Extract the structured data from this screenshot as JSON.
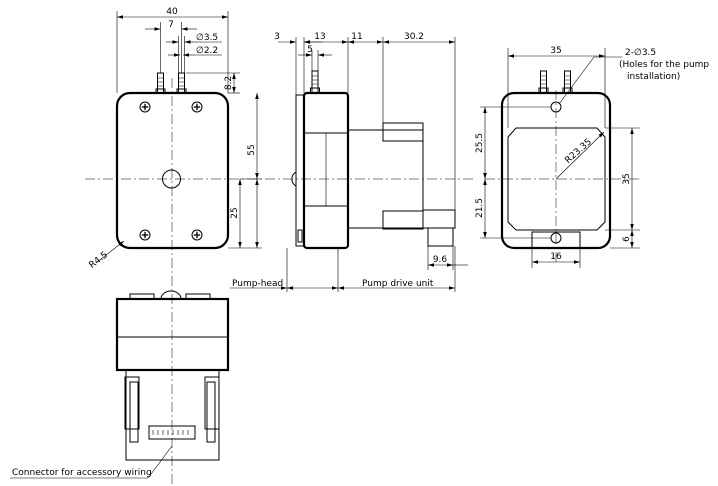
{
  "front_view": {
    "dims": {
      "width": "40",
      "nozzle_pitch": "7",
      "nozzle_outer": "∅3.5",
      "nozzle_inner": "∅2.2",
      "nozzle_height": "8.2",
      "upper": "55",
      "lower": "25",
      "corner_radius": "R4.5"
    }
  },
  "side_view": {
    "dims": {
      "d3": "3",
      "d13": "13",
      "d5": "5",
      "d11": "11",
      "d30_2": "30.2",
      "d9_6": "9.6"
    },
    "labels": {
      "pump_head": "Pump-head",
      "pump_drive_unit": "Pump drive unit"
    }
  },
  "rear_view": {
    "dims": {
      "width": "35",
      "holes": "2-∅3.5",
      "holes_note_1": "(Holes for the pump",
      "holes_note_2": "installation)",
      "radius": "R23.35",
      "upper": "25.5",
      "lower": "21.5",
      "height": "35",
      "bottom": "6",
      "slot": "16"
    }
  },
  "bottom_view": {
    "labels": {
      "connector": "Connector for accessory wiring"
    }
  }
}
